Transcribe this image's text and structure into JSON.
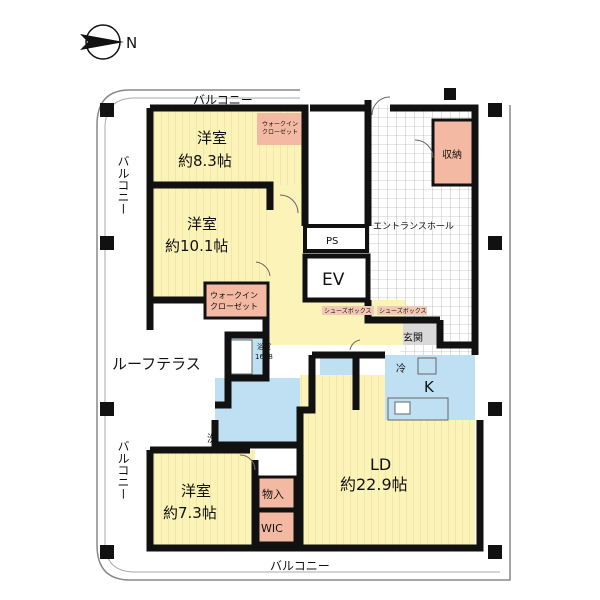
{
  "compass": {
    "label": "N",
    "icon": "north-arrow-icon"
  },
  "colors": {
    "room_floor": "#fbf3b8",
    "wet_area": "#bfe0f2",
    "storage": "#f3b9a2",
    "tile_hall": "#ffffff",
    "entrance": "#d9d9d9",
    "wall": "#111111"
  },
  "labels": {
    "balcony_top": "バルコニー",
    "balcony_left_top": "バルコニー",
    "balcony_left_bottom": "バルコニー",
    "balcony_bottom": "バルコニー",
    "roof_terrace": "ルーフテラス",
    "room1_name": "洋室",
    "room1_size": "約8.3帖",
    "room2_name": "洋室",
    "room2_size": "約10.1帖",
    "room3_name": "洋室",
    "room3_size": "約7.3帖",
    "wic1_line1": "ウォークイン",
    "wic1_line2": "クローゼット",
    "wic2_line1": "ウォークイン",
    "wic2_line2": "クローゼット",
    "storage": "収納",
    "entrance_hall": "エントランスホール",
    "ps": "PS",
    "ev": "EV",
    "shoebox1": "シューズボックス",
    "shoebox2": "シューズボックス",
    "genkan": "玄関",
    "bath_name": "浴室",
    "bath_size": "1618",
    "fridge": "冷",
    "kitchen": "K",
    "ld_name": "LD",
    "ld_size": "約22.9帖",
    "wash": "洗",
    "closet": "物入",
    "wic": "WIC"
  }
}
